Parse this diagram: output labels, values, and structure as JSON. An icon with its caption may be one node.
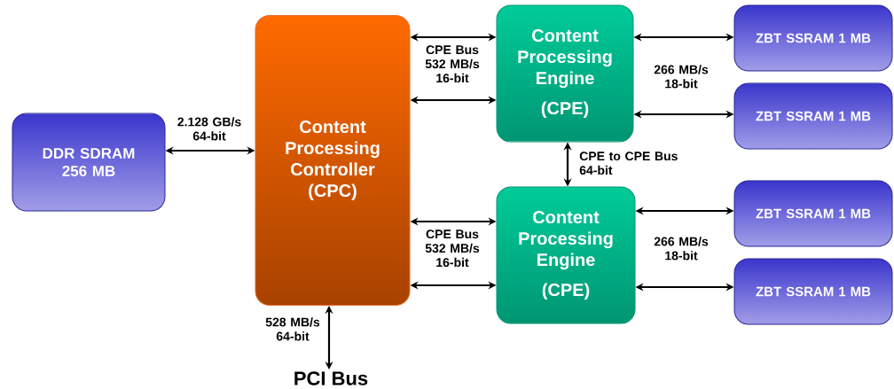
{
  "diagram": {
    "nodes": [
      {
        "text": [
          "DDR SDRAM 256 MB"
        ]
      },
      {
        "text": [
          "Content Processing Controller (CPC)"
        ]
      },
      {
        "text": [
          "Content Processing Engine",
          "(CPE)"
        ]
      },
      {
        "text": [
          "Content Processing Engine",
          "(CPE)"
        ]
      },
      {
        "text": [
          "ZBT SSRAM 1 MB"
        ]
      },
      {
        "text": [
          "ZBT SSRAM 1 MB"
        ]
      },
      {
        "text": [
          "ZBT SSRAM 1 MB"
        ]
      },
      {
        "text": [
          "ZBT SSRAM 1 MB"
        ]
      },
      {
        "text": [
          "PCI Bus"
        ]
      }
    ],
    "edges": [
      {
        "from": 0,
        "to": 1,
        "arrow": "both",
        "label": "2.128 GB/s 64-bit"
      },
      {
        "from": 1,
        "to": 2,
        "arrow": "both"
      },
      {
        "from": 1,
        "to": 2,
        "arrow": "both"
      },
      {
        "from": 1,
        "to": 3,
        "arrow": "both"
      },
      {
        "from": 1,
        "to": 3,
        "arrow": "both"
      },
      {
        "from": 2,
        "to": 4,
        "arrow": "both"
      },
      {
        "from": 2,
        "to": 5,
        "arrow": "both"
      },
      {
        "from": 3,
        "to": 6,
        "arrow": "both"
      },
      {
        "from": 3,
        "to": 7,
        "arrow": "both"
      },
      {
        "from": 2,
        "to": 3,
        "arrow": "both",
        "label": "CPE to CPE Bus 64-bit"
      },
      {
        "from": 1,
        "to": 8,
        "arrow": "both",
        "label": "528 MB/s 64-bit"
      }
    ],
    "labels": [
      "CPE Bus 532 MB/s 16-bit",
      "266 MB/s 18-bit",
      "CPE Bus 532 MB/s 16-bit",
      "266 MB/s 18-bit"
    ]
  }
}
